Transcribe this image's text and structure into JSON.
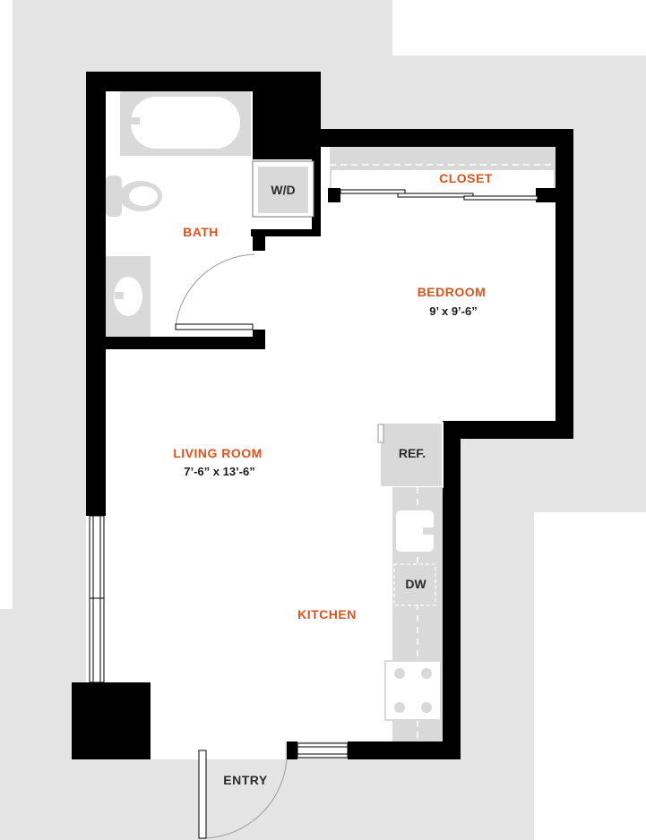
{
  "rooms": {
    "closet": "CLOSET",
    "bath": "BATH",
    "bedroom": "BEDROOM",
    "bedroom_dim": "9’ x 9’-6”",
    "living": "LIVING ROOM",
    "living_dim": "7’-6” x 13’-6”",
    "kitchen": "KITCHEN"
  },
  "fixtures": {
    "washer_dryer": "W/D",
    "refrigerator": "REF.",
    "dishwasher": "DW"
  },
  "entry": "ENTRY",
  "colors": {
    "wall": "#000000",
    "fixture_fill": "#d9d9d9",
    "surround": "#e4e4e4",
    "room_label": "#d9541e"
  }
}
